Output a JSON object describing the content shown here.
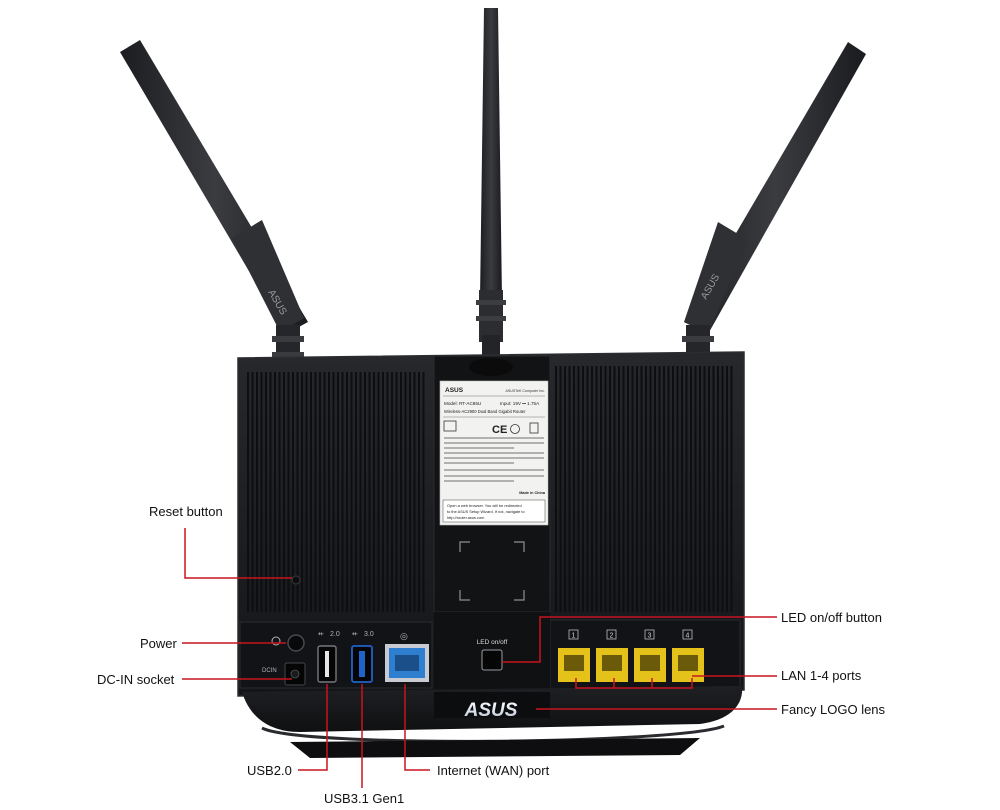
{
  "brand": {
    "logo_text": "ASUS"
  },
  "label_sticker": {
    "manufacturer": "ASUSTeK Computer Inc.",
    "model_line": "Model: RT-AC86U",
    "input_line": "Input: 19V ⎓ 1.75A",
    "description_line": "Wireless-AC2900 Dual Band Gigabit Router",
    "made_in": "Made in China",
    "setup_text_line1": "Open a web browser. You will be redirected",
    "setup_text_line2": "to the ASUS Setup Wizard. If not, navigate to",
    "setup_text_line3": "http://router.asus.com"
  },
  "panel_markings": {
    "led_button": "LED on/off",
    "usb2_marking": "2.0",
    "usb3_marking": "3.0",
    "dc_marking": "DCIN",
    "lan_port_numbers": [
      "1",
      "2",
      "3",
      "4"
    ]
  },
  "callouts": {
    "reset": "Reset button",
    "power": "Power",
    "dcin": "DC-IN socket",
    "usb2": "USB2.0",
    "usb3": "USB3.1 Gen1",
    "wan": "Internet (WAN) port",
    "led": "LED on/off button",
    "lan": "LAN 1-4 ports",
    "logo": "Fancy LOGO lens"
  },
  "colors": {
    "callout_line": "#c8141e",
    "body": "#1b1c1f",
    "body_edge": "#2b2d31",
    "antenna": "#2a2b2e",
    "lan_port": "#e5c21a",
    "wan_port": "#2f7fd0",
    "usb3_port": "#1f62c9"
  }
}
